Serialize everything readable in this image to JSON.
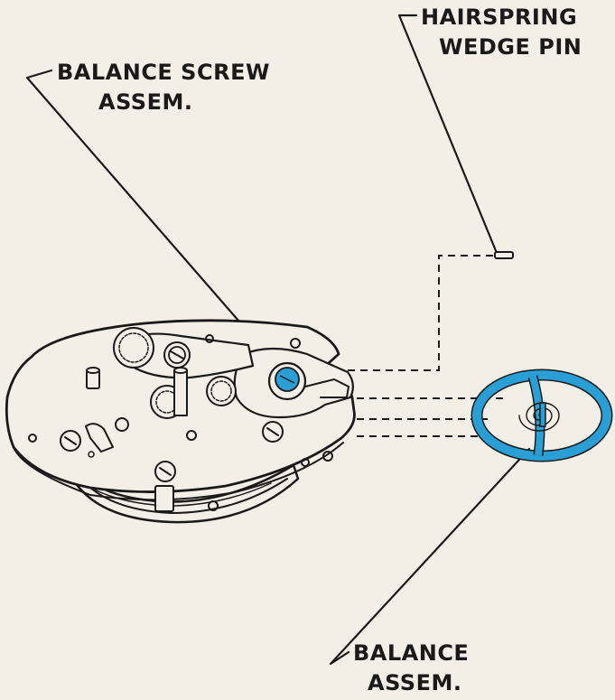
{
  "labels": {
    "hairspring_wedge_pin": [
      "HAIRSPRING",
      "WEDGE PIN"
    ],
    "balance_screw_assem": [
      "BALANCE SCREW",
      "ASSEM."
    ],
    "balance_assem": [
      "BALANCE",
      "ASSEM."
    ]
  },
  "colors": {
    "highlight": "#2a9fd6",
    "ink": "#1a1a1a",
    "paper": "#f2efe6"
  }
}
